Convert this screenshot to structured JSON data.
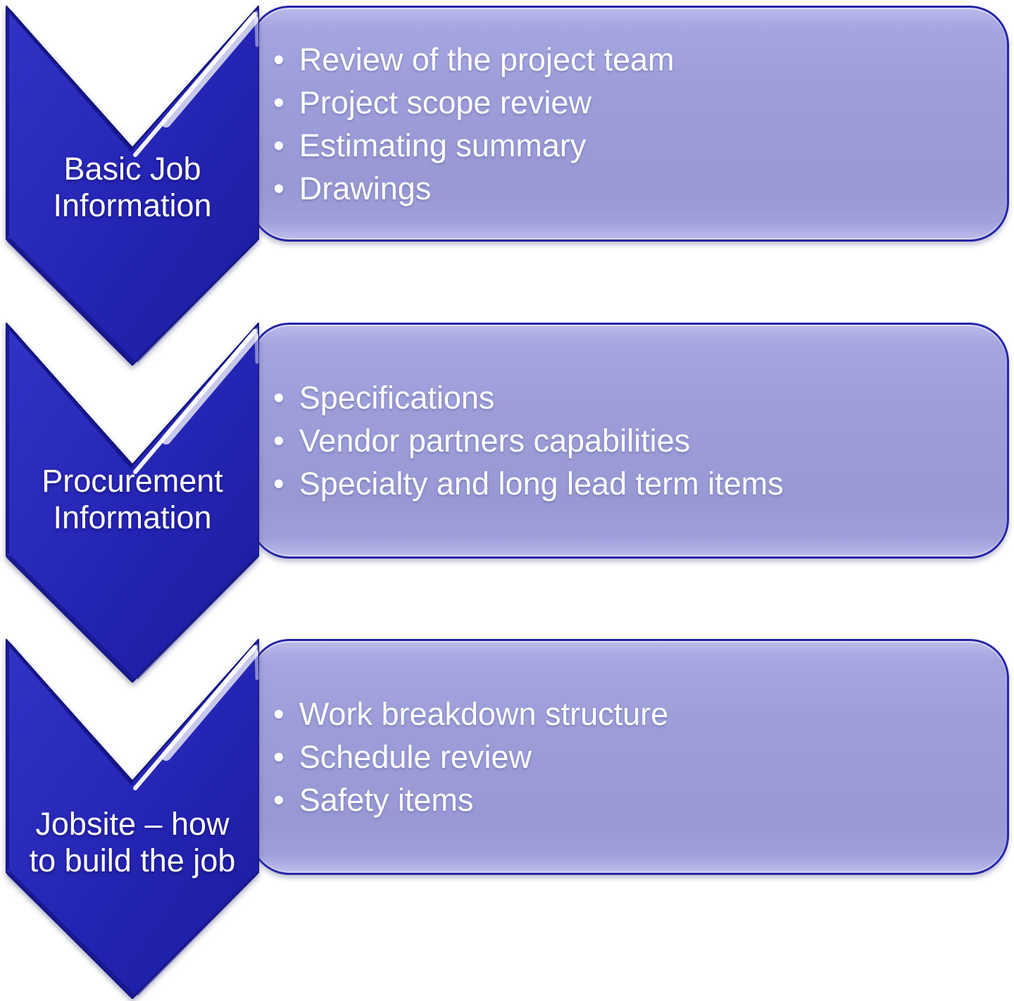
{
  "bullet_char": "•",
  "colors": {
    "chevron_blue": "#2424b4",
    "chevron_blue_dark": "#1c1c9e",
    "chevron_edge": "#12127c",
    "panel_purple": "#9b9bd8",
    "panel_border": "#2626a8",
    "text_white": "#ffffff"
  },
  "sections": [
    {
      "label": "Basic Job Information",
      "label_line1": "Basic Job",
      "label_line2": "Information",
      "bullets": [
        "Review of the project team",
        "Project scope review",
        "Estimating summary",
        "Drawings"
      ]
    },
    {
      "label": "Procurement Information",
      "label_line1": "Procurement",
      "label_line2": "Information",
      "bullets": [
        "Specifications",
        "Vendor partners capabilities",
        "Specialty and long lead term items"
      ]
    },
    {
      "label": "Jobsite – how to build the job",
      "label_line1": "Jobsite – how",
      "label_line2": "to build the job",
      "bullets": [
        "Work breakdown structure",
        "Schedule review",
        "Safety items"
      ]
    }
  ]
}
